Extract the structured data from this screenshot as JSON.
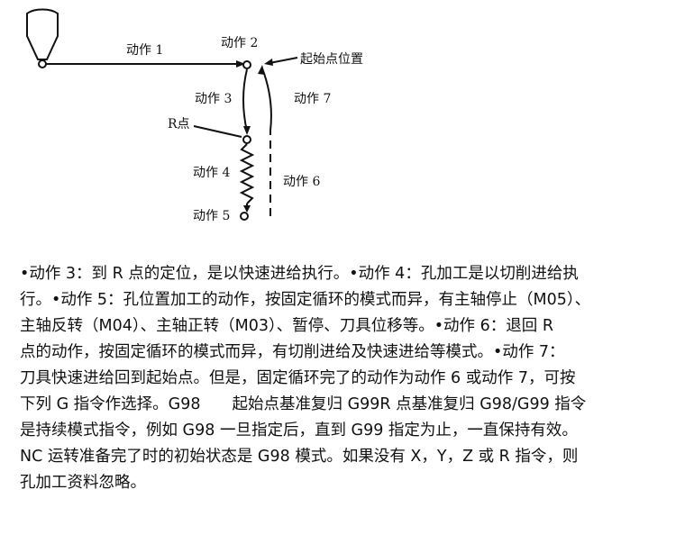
{
  "diagram": {
    "labels": {
      "action1": "动作 1",
      "action2": "动作 2",
      "start_position": "起始点位置",
      "action3": "动作 3",
      "action7": "动作 7",
      "r_point": "R点",
      "action4": "动作 4",
      "action6": "动作 6",
      "action5": "动作 5"
    }
  },
  "text_lines": [
    "•动作 3：到 R 点的定位，是以快速进给执行。•动作 4：孔加工是以切削进给执",
    "行。•动作 5：孔位置加工的动作，按固定循环的模式而异，有主轴停止（M05）、",
    "主轴反转（M04）、主轴正转（M03）、暂停、刀具位移等。•动作 6：退回 R",
    "点的动作，按固定循环的模式而异，有切削进给及快速进给等模式。•动作 7：",
    "刀具快速进给回到起始点。但是，固定循环完了的动作为动作 6 或动作 7，可按",
    "下列 G 指令作选择。G98　　起始点基准复归 G99R 点基准复归 G98/G99 指令",
    "是持续模式指令，例如 G98 一旦指定后，直到 G99 指定为止，一直保持有效。",
    "NC 运转准备完了时的初始状态是 G98 模式。如果没有 X，Y，Z 或 R 指令，则",
    "孔加工资料忽略。"
  ]
}
